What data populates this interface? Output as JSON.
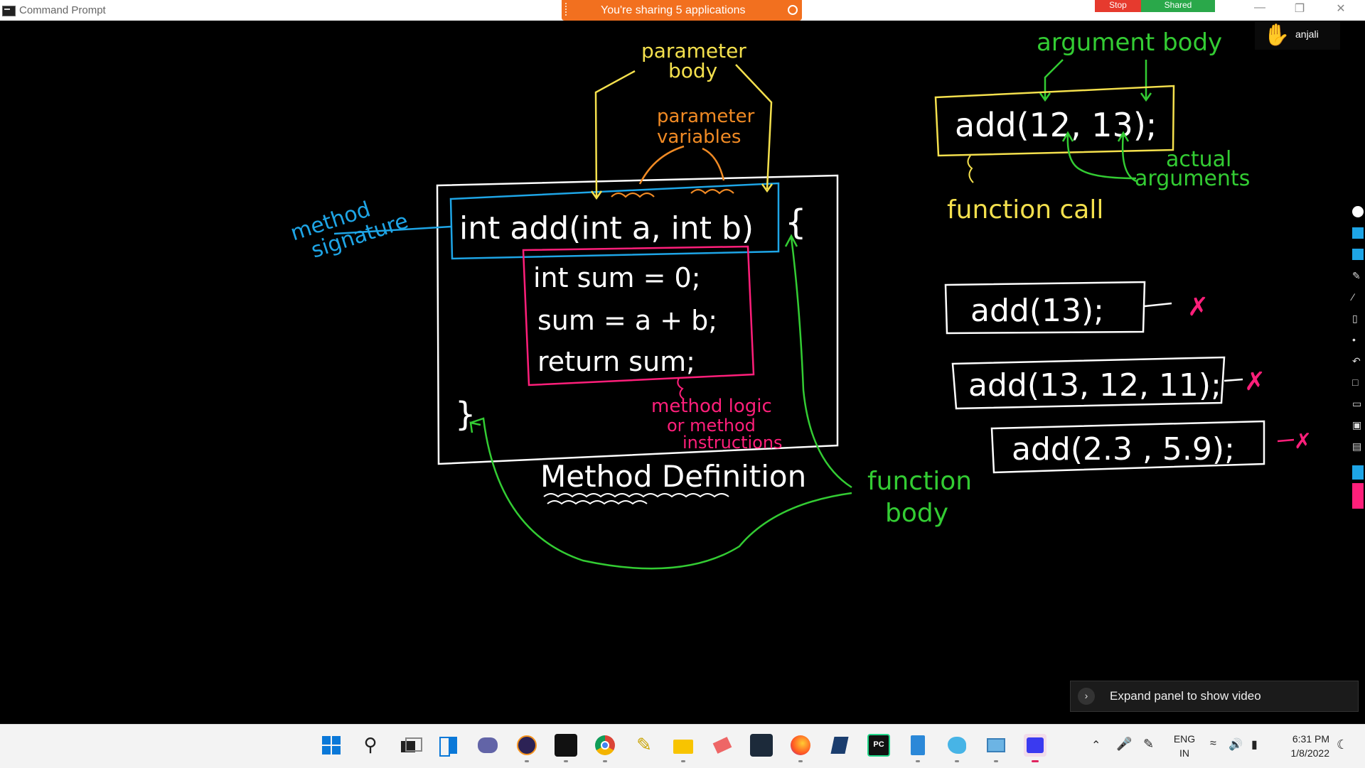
{
  "window": {
    "title": "Command Prompt",
    "minimize": "—",
    "restore": "❐",
    "close": "✕"
  },
  "sharing": {
    "banner_text": "You're sharing 5 applications",
    "stop_label": "Stop",
    "shared_label": "Shared"
  },
  "user": {
    "name": "anjali"
  },
  "whiteboard": {
    "method_signature_label": [
      "method",
      "signature"
    ],
    "parameter_body_label": [
      "parameter",
      "body"
    ],
    "parameter_variables_label": [
      "parameter",
      "variables"
    ],
    "signature_code": "int  add(int  a, int  b)",
    "open_brace": "{",
    "body_lines": [
      "int  sum  =  0;",
      "sum  =  a + b;",
      "return  sum;"
    ],
    "close_brace": "}",
    "method_logic_label": [
      "method logic",
      "or method",
      "instructions"
    ],
    "method_definition_label": "Method Definition",
    "function_body_label": [
      "function",
      "body"
    ],
    "argument_body_label": "argument body",
    "call_code": "add(12, 13);",
    "function_call_label": "function call",
    "actual_arguments_label": [
      "actual",
      "arguments"
    ],
    "wrong_calls": [
      "add(13);",
      "add(13, 12, 11);",
      "add(2.3 , 5.9);"
    ],
    "wrong_mark": "✗"
  },
  "expand_panel": {
    "text": "Expand panel to show video"
  },
  "taskbar": {
    "apps": [
      "start",
      "search",
      "task-view",
      "widgets",
      "teams-chat",
      "eclipse",
      "terminal",
      "chrome",
      "paint",
      "file-explorer",
      "eraser-app",
      "mysql",
      "firefox",
      "app-dark",
      "pycharm",
      "notepad",
      "paint-3d",
      "control-panel",
      "whiteboard"
    ],
    "language": [
      "ENG",
      "IN"
    ],
    "time": "6:31 PM",
    "date": "1/8/2022"
  },
  "colors": {
    "blue": "#1ea5e6",
    "yellow": "#f4e04d",
    "orange": "#f08a24",
    "pink": "#ff1f7a",
    "green": "#33cc33",
    "white": "#ffffff"
  }
}
